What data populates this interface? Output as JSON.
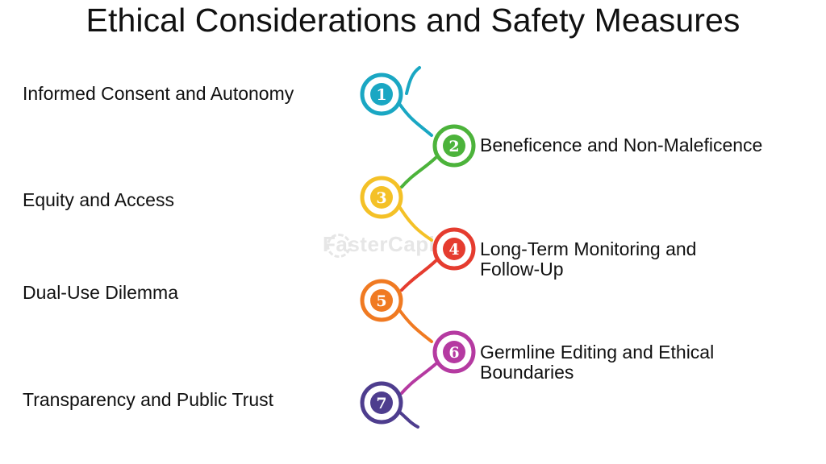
{
  "title": "Ethical Considerations and Safety Measures",
  "watermark": "FasterCapital",
  "steps": [
    {
      "number": "1",
      "label": "Informed Consent and Autonomy",
      "color": "#1aa7c3"
    },
    {
      "number": "2",
      "label": "Beneficence and Non-Maleficence",
      "color": "#4cb33b"
    },
    {
      "number": "3",
      "label": "Equity and Access",
      "color": "#f4c127"
    },
    {
      "number": "4",
      "label_line1": "Long-Term Monitoring and",
      "label_line2": "Follow-Up",
      "color": "#e53c2f"
    },
    {
      "number": "5",
      "label": "Dual-Use Dilemma",
      "color": "#f07a22"
    },
    {
      "number": "6",
      "label_line1": "Germline Editing and Ethical",
      "label_line2": "Boundaries",
      "color": "#b53aa1"
    },
    {
      "number": "7",
      "label": "Transparency and Public Trust",
      "color": "#4e3d8e"
    }
  ]
}
